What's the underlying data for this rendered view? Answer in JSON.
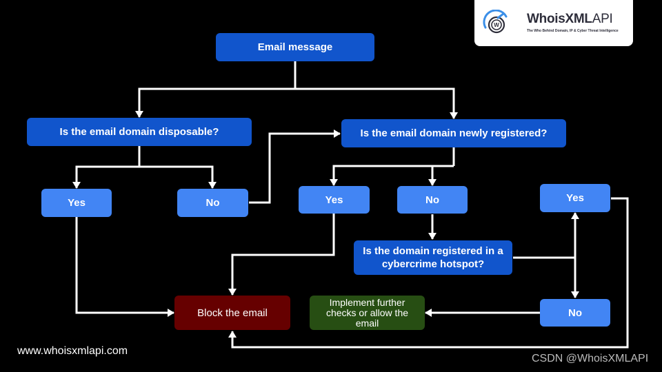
{
  "logo": {
    "brand_main": "WhoisXML",
    "brand_suffix": "API",
    "tagline": "The Who Behind Domain, IP & Cyber Threat Intelligence",
    "icon": "whoisxmlapi-logo-icon"
  },
  "nodes": {
    "email_message": "Email message",
    "q_disposable": "Is the email domain disposable?",
    "q_disposable_yes": "Yes",
    "q_disposable_no": "No",
    "q_newly_registered": "Is the email domain newly registered?",
    "q_newly_yes": "Yes",
    "q_newly_no": "No",
    "q_hotspot_line1": "Is the domain registered in a",
    "q_hotspot_line2": "cybercrime hotspot?",
    "q_hotspot_yes": "Yes",
    "q_hotspot_no": "No",
    "block": "Block the email",
    "allow_line1": "Implement further",
    "allow_line2": "checks or allow the",
    "allow_line3": "email"
  },
  "colors": {
    "question": "#1155cc",
    "answer": "#4285f4",
    "block": "#660000",
    "allow": "#274e13",
    "edge": "#ffffff"
  },
  "footer": {
    "website": "www.whoisxmlapi.com",
    "watermark": "CSDN @WhoisXMLAPI"
  }
}
